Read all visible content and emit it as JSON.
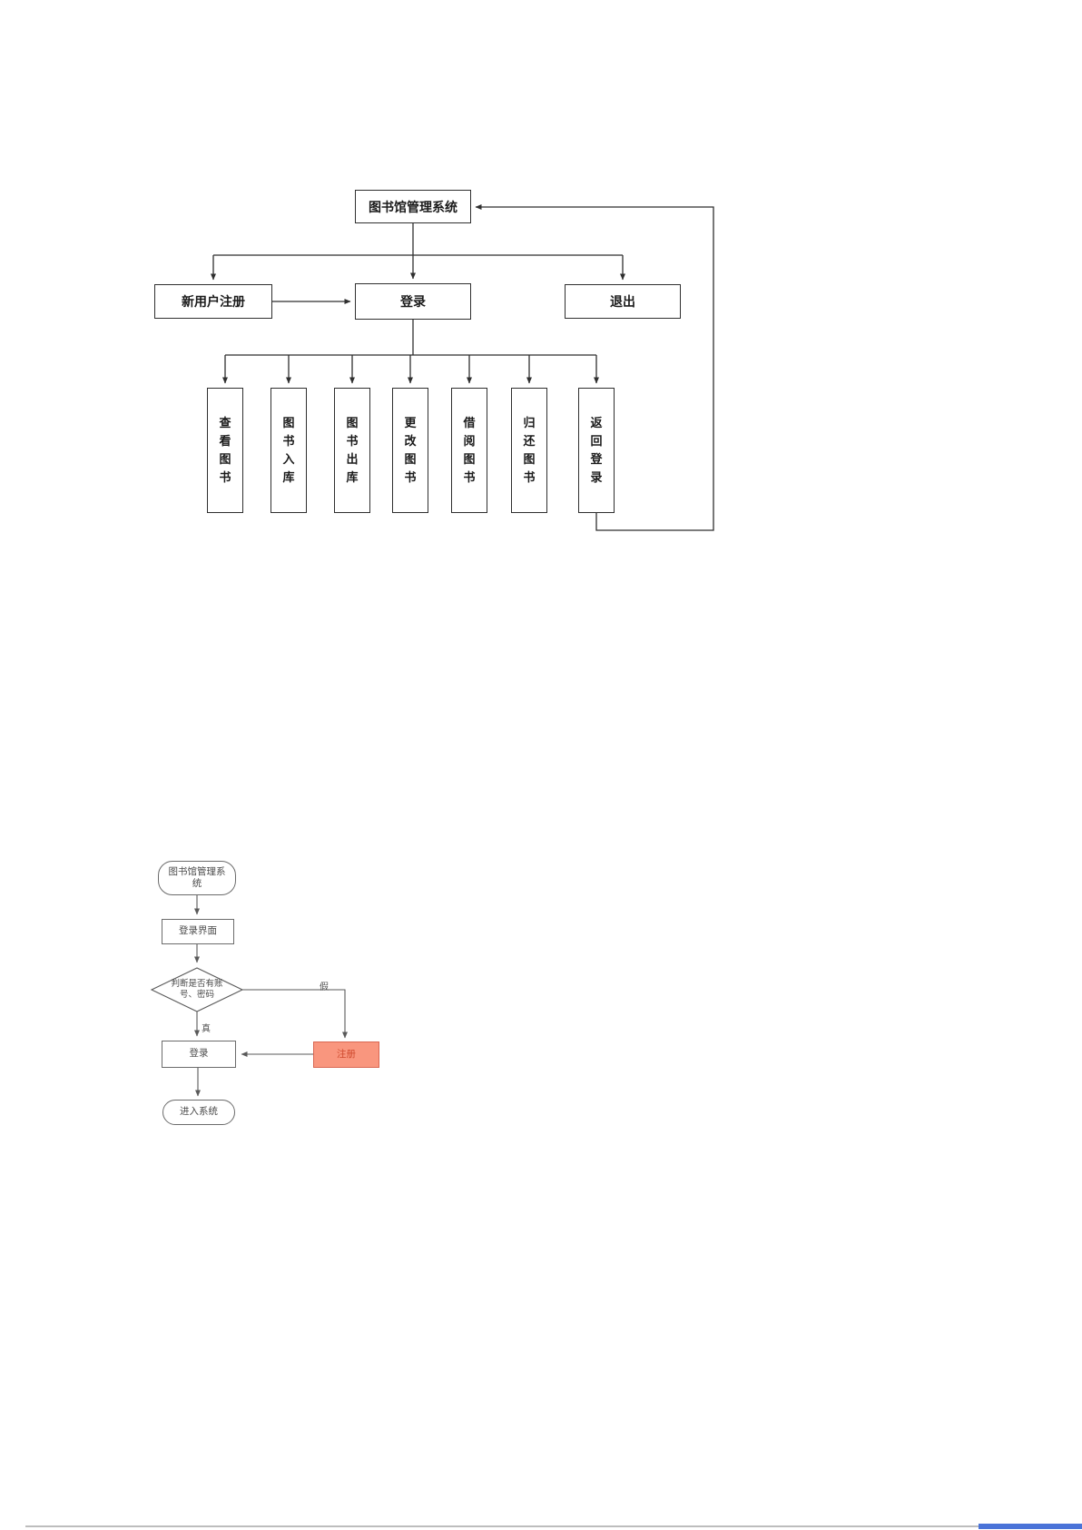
{
  "structure_chart": {
    "root_label": "图书馆管理系统",
    "level2": [
      {
        "id": "new-user-register",
        "label": "新用户注册"
      },
      {
        "id": "login",
        "label": "登录"
      },
      {
        "id": "exit",
        "label": "退出"
      }
    ],
    "level3": [
      {
        "label": "查看图书"
      },
      {
        "label": "图书入库"
      },
      {
        "label": "图书出库"
      },
      {
        "label": "更改图书"
      },
      {
        "label": "借阅图书"
      },
      {
        "label": "归还图书"
      },
      {
        "label": "返回登录"
      }
    ]
  },
  "flowchart": {
    "start": "图书馆管理系统",
    "login_page": "登录界面",
    "decision": "判断是否有账号、密码",
    "false_label": "假",
    "true_label": "真",
    "register": "注册",
    "login": "登录",
    "end": "进入系统",
    "register_fill": "#f9967e",
    "register_border": "#d96752",
    "register_text": "#cf4a2e"
  },
  "colors": {
    "structure_stroke": "#2f2f2f",
    "flow_stroke": "#5a5a5a",
    "scrollbar_thumb": "#4a73d8"
  }
}
